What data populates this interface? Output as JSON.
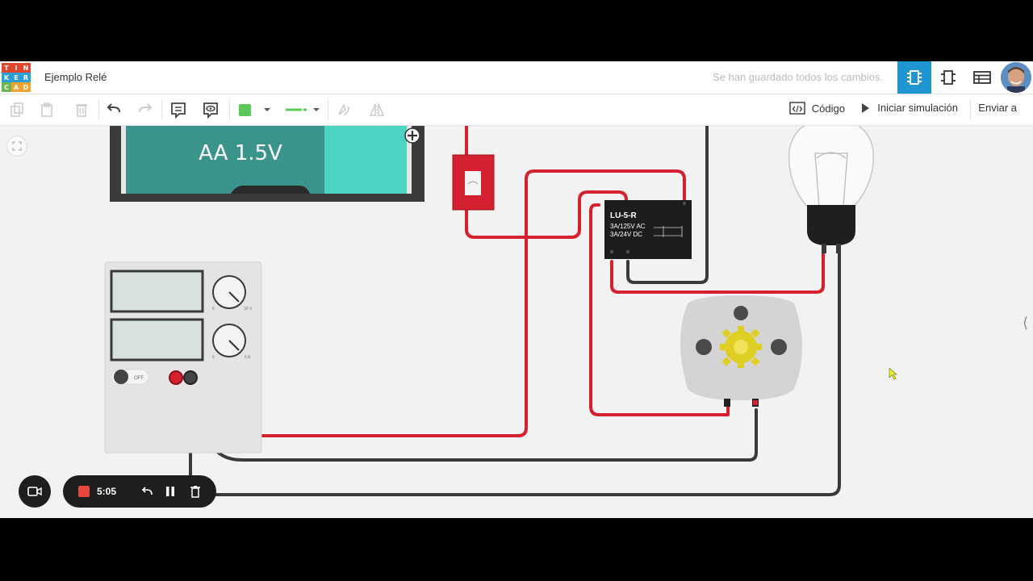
{
  "app": {
    "logo_letters": [
      "T",
      "I",
      "N",
      "K",
      "E",
      "R",
      "C",
      "A",
      "D"
    ],
    "logo_colors": [
      "#e2442c",
      "#e2442c",
      "#e2442c",
      "#2a9fd8",
      "#2a9fd8",
      "#2a9fd8",
      "#6eb650",
      "#f0a330",
      "#f0a330"
    ],
    "title": "Ejemplo Relé",
    "saved_status": "Se han guardado todos los cambios.",
    "accent": "#1f96d2"
  },
  "toolbar": {
    "code_label": "Código",
    "sim_label": "Iniciar simulación",
    "send_label": "Enviar a",
    "fill_color": "#5ac95a",
    "wire_color": "#5ac95a"
  },
  "canvas": {
    "battery_label": "AA 1.5V",
    "relay_name": "LU-5-R",
    "relay_spec_ac": "3A/125V AC",
    "relay_spec_dc": "3A/24V DC",
    "psu_off": "OFF",
    "psu_v_max": "30 V",
    "psu_a_max": "5 A",
    "psu_zero": "0",
    "wire_red": "#d4202f",
    "wire_black": "#3a3a3a"
  },
  "recorder": {
    "time": "5:05"
  }
}
